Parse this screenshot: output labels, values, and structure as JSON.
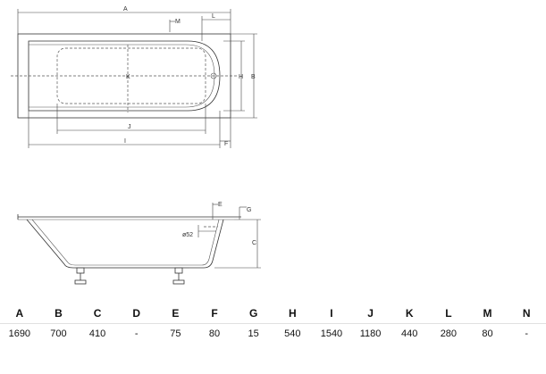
{
  "top_view": {
    "labels": {
      "a": "A",
      "b": "B",
      "h": "H",
      "k": "K",
      "m": "M",
      "l": "L",
      "j": "J",
      "i": "I",
      "f": "F"
    }
  },
  "side_view": {
    "labels": {
      "e": "E",
      "g": "G",
      "c": "C",
      "drain": "ø52"
    }
  },
  "dimensions_table": {
    "headers": [
      "A",
      "B",
      "C",
      "D",
      "E",
      "F",
      "G",
      "H",
      "I",
      "J",
      "K",
      "L",
      "M",
      "N"
    ],
    "values": [
      "1690",
      "700",
      "410",
      "-",
      "75",
      "80",
      "15",
      "540",
      "1540",
      "1180",
      "440",
      "280",
      "80",
      "-"
    ]
  }
}
